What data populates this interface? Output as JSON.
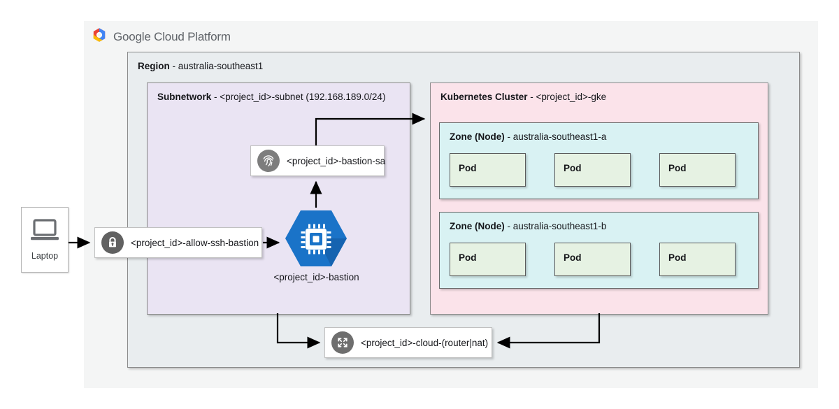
{
  "header": {
    "brand_google": "Google",
    "brand_rest": "Cloud Platform",
    "logo_icon": "google-cloud-hexagon-logo"
  },
  "region": {
    "title_label": "Region",
    "title_value": " - australia-southeast1"
  },
  "subnetwork": {
    "title_label": "Subnetwork",
    "title_value": " - <project_id>-subnet (192.168.189.0/24)"
  },
  "cluster": {
    "title_label": "Kubernetes Cluster",
    "title_value": " - <project_id>-gke",
    "zones": [
      {
        "title_label": "Zone (Node)",
        "title_value": " - australia-southeast1-a",
        "pods": [
          "Pod",
          "Pod",
          "Pod"
        ]
      },
      {
        "title_label": "Zone (Node)",
        "title_value": " - australia-southeast1-b",
        "pods": [
          "Pod",
          "Pod",
          "Pod"
        ]
      }
    ]
  },
  "nodes": {
    "laptop": {
      "label": "Laptop",
      "icon": "laptop-icon"
    },
    "firewall_rule": {
      "label": "<project_id>-allow-ssh-bastion",
      "icon": "lock-icon"
    },
    "bastion_sa": {
      "label": "<project_id>-bastion-sa",
      "icon": "fingerprint-icon"
    },
    "bastion_vm": {
      "label": "<project_id>-bastion",
      "icon": "compute-engine-cpu-icon"
    },
    "cloud_router_nat": {
      "label": "<project_id>-cloud-(router|nat)",
      "icon": "four-arrows-expand-icon"
    }
  },
  "colors": {
    "canvas": "#ffffff",
    "gcp_panel": "#f4f5f5",
    "region_fill": "#e9edef",
    "subnet_fill": "#eae4f3",
    "cluster_fill": "#fbe3ea",
    "zone_fill": "#d9f2f3",
    "pod_fill": "#e6f2e3",
    "bastion_hex": "#1a73c8",
    "bastion_hex_shadow": "#1458a0",
    "chip_icon_circle": "#616161",
    "connector": "#000000",
    "text": "#15161a",
    "logo_blue": "#4285f4",
    "logo_red": "#ea4335",
    "logo_yellow": "#fbbc05"
  }
}
